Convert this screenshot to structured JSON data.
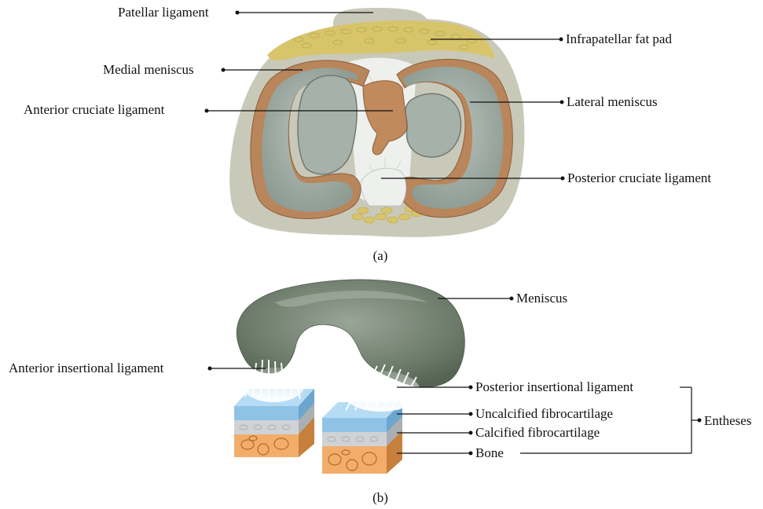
{
  "panel_a": {
    "caption": "(a)",
    "labels": {
      "patellar_ligament": "Patellar ligament",
      "infrapatellar_fat_pad": "Infrapatellar fat pad",
      "medial_meniscus": "Medial meniscus",
      "lateral_meniscus": "Lateral meniscus",
      "anterior_cruciate_ligament": "Anterior cruciate ligament",
      "posterior_cruciate_ligament": "Posterior cruciate ligament"
    }
  },
  "panel_b": {
    "caption": "(b)",
    "labels": {
      "meniscus": "Meniscus",
      "anterior_insertional_ligament": "Anterior insertional ligament",
      "posterior_insertional_ligament": "Posterior insertional ligament",
      "uncalcified_fibrocartilage": "Uncalcified fibrocartilage",
      "calcified_fibrocartilage": "Calcified fibrocartilage",
      "bone": "Bone",
      "entheses": "Entheses"
    }
  },
  "colors": {
    "tibial_plateau": "#c9c9b9",
    "fat_pad": "#d8c46a",
    "meniscus_rim": "#b9855a",
    "cartilage": "#9aa8a0",
    "meniscus_3d": "#6f7d6c",
    "uncalcified_layer": "#8fc3e6",
    "calcified_layer": "#cfd3d6",
    "bone_layer": "#f2ad6b"
  }
}
